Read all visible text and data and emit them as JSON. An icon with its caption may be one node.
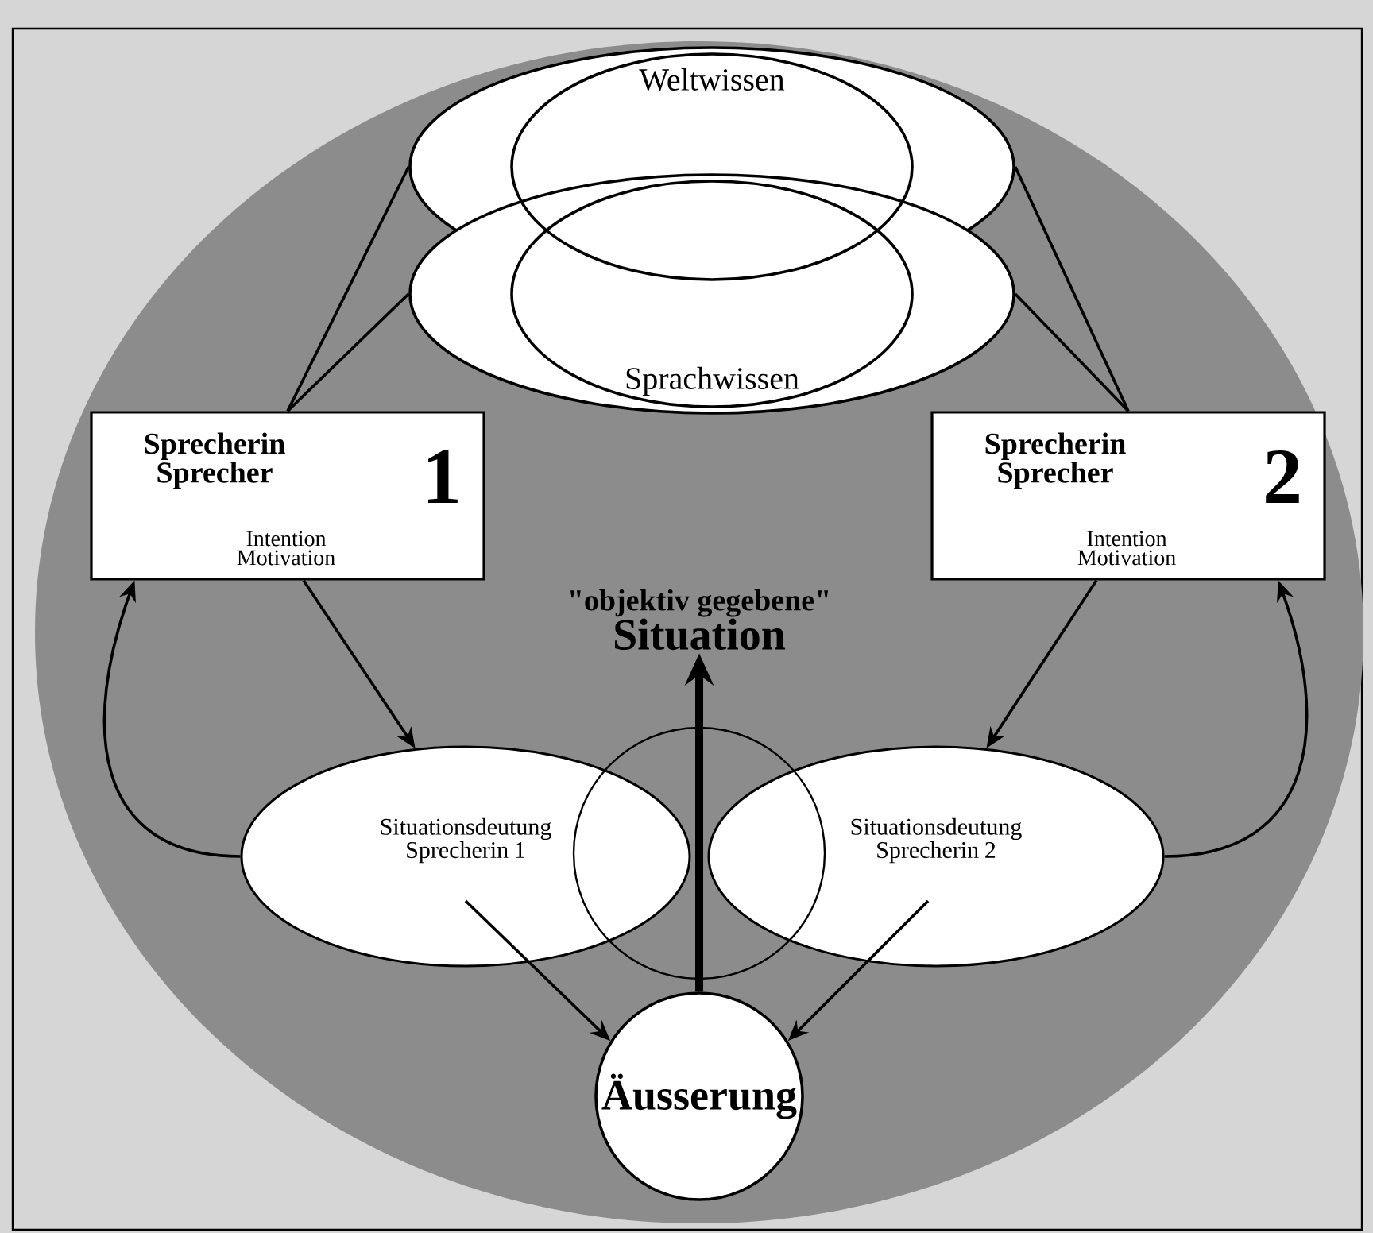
{
  "diagram": {
    "nodes": [
      {
        "text": [],
        "shape": "circle"
      },
      {
        "text": [
          "Weltwissen"
        ],
        "in": 0
      },
      {
        "text": [
          "Sprachwissen"
        ],
        "in": 0
      },
      {
        "text": [
          "Sprecherin Sprecher",
          "1",
          "Intention Motivation"
        ],
        "in": 0
      },
      {
        "text": [
          "Sprecherin Sprecher",
          "2",
          "Intention Motivation"
        ],
        "in": 0
      },
      {
        "text": [
          "\"objektiv gegebene\"",
          "Situation"
        ],
        "in": 0
      },
      {
        "text": [
          "Situationsdeutung Sprecherin 1"
        ],
        "in": 0
      },
      {
        "text": [
          "Situationsdeutung Sprecherin 2"
        ],
        "in": 0
      },
      {
        "text": [
          "Äusserung"
        ],
        "in": 0
      }
    ],
    "edges": [
      {
        "from": 3,
        "to": 1,
        "arrow": "none"
      },
      {
        "from": 3,
        "to": 2,
        "arrow": "none"
      },
      {
        "from": 4,
        "to": 1,
        "arrow": "none"
      },
      {
        "from": 4,
        "to": 2,
        "arrow": "none"
      },
      {
        "from": 3,
        "to": 6,
        "arrow": "to"
      },
      {
        "from": 6,
        "to": 3,
        "arrow": "to"
      },
      {
        "from": 4,
        "to": 7,
        "arrow": "to"
      },
      {
        "from": 7,
        "to": 4,
        "arrow": "to"
      },
      {
        "from": 6,
        "to": 8,
        "arrow": "to"
      },
      {
        "from": 7,
        "to": 8,
        "arrow": "to"
      },
      {
        "from": 8,
        "to": 5,
        "arrow": "to",
        "style": "thick"
      }
    ]
  }
}
